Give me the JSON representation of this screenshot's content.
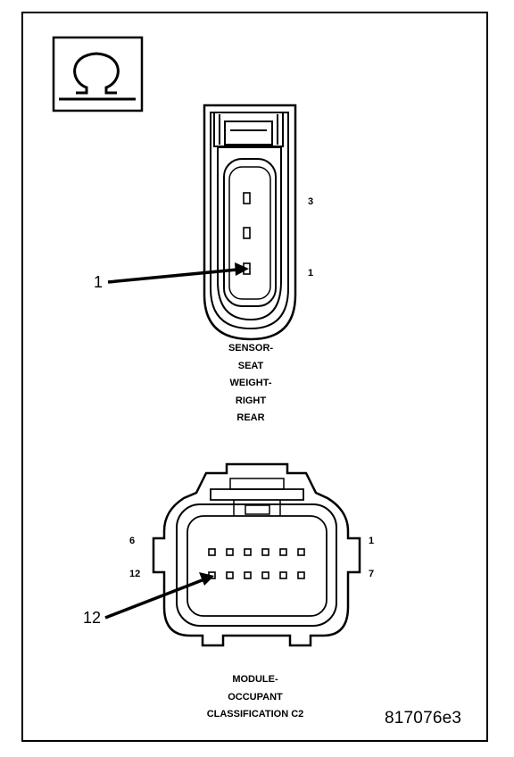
{
  "icon": {
    "name": "ohm-symbol-icon",
    "glyph": "Ω"
  },
  "sensor_connector": {
    "pin_labels": {
      "top": "3",
      "bottom": "1"
    },
    "callout": "1",
    "caption_lines": [
      "SENSOR-",
      "SEAT",
      "WEIGHT-",
      "RIGHT",
      "REAR"
    ]
  },
  "module_connector": {
    "pin_labels": {
      "top_left": "6",
      "top_right": "1",
      "bottom_left": "12",
      "bottom_right": "7"
    },
    "callout": "12",
    "caption_lines": [
      "MODULE-",
      "OCCUPANT",
      "CLASSIFICATION C2"
    ]
  },
  "figure_id": "817076e3"
}
